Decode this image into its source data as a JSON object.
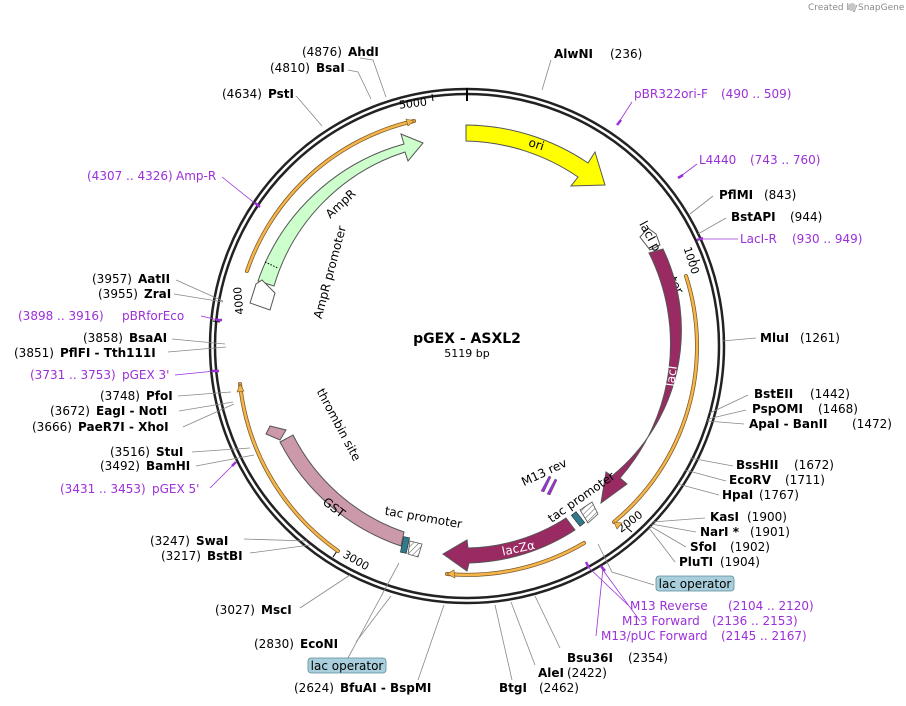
{
  "credit": {
    "created_by": "Created by",
    "brand": "SnapGene"
  },
  "plasmid": {
    "name": "pGEX - ASXL2",
    "length_label": "5119 bp"
  },
  "ticks": [
    "1000",
    "2000",
    "3000",
    "4000",
    "5000"
  ],
  "features": {
    "ori": "ori",
    "lacI": "lacI",
    "lacI_promoter": "lacI promoter",
    "ampR": "AmpR",
    "ampR_promoter": "AmpR promoter",
    "gst": "GST",
    "thrombin_site": "thrombin site",
    "tac_promoter_1": "tac promoter",
    "tac_promoter_2": "tac promoter",
    "lacZa": "lacZα",
    "m13_rev": "M13 rev"
  },
  "colors": {
    "ori": "#ffff00",
    "lacI": "#9a2a62",
    "ampR": "#ccffcc",
    "gst": "#cc99aa",
    "promoter": "#ffffff",
    "operator": "#317a8c",
    "primer": "#9b30d9",
    "orf_orange": "#f5a623"
  },
  "sites": [
    {
      "pos": "(4876)",
      "name": "AhdI"
    },
    {
      "pos": "(4810)",
      "name": "BsaI"
    },
    {
      "pos": "(4634)",
      "name": "PstI"
    },
    {
      "pos": "(236)",
      "name": "AlwNI"
    },
    {
      "pos": "(843)",
      "name": "PflMI"
    },
    {
      "pos": "(944)",
      "name": "BstAPI"
    },
    {
      "pos": "(1261)",
      "name": "MluI"
    },
    {
      "pos": "(1442)",
      "name": "BstEII"
    },
    {
      "pos": "(1468)",
      "name": "PspOMI"
    },
    {
      "pos": "(1472)",
      "name": "ApaI  -  BanII"
    },
    {
      "pos": "(1672)",
      "name": "BssHII"
    },
    {
      "pos": "(1711)",
      "name": "EcoRV"
    },
    {
      "pos": "(1767)",
      "name": "HpaI"
    },
    {
      "pos": "(1900)",
      "name": "KasI"
    },
    {
      "pos": "(1901)",
      "name": "NarI *"
    },
    {
      "pos": "(1902)",
      "name": "SfoI"
    },
    {
      "pos": "(1904)",
      "name": "PluTI"
    },
    {
      "pos": "(2354)",
      "name": "Bsu36I"
    },
    {
      "pos": "(2422)",
      "name": "AleI"
    },
    {
      "pos": "(2462)",
      "name": "BtgI"
    },
    {
      "pos": "(2624)",
      "name": "BfuAI  -  BspMI"
    },
    {
      "pos": "(2830)",
      "name": "EcoNI"
    },
    {
      "pos": "(3027)",
      "name": "MscI"
    },
    {
      "pos": "(3217)",
      "name": "BstBI"
    },
    {
      "pos": "(3247)",
      "name": "SwaI"
    },
    {
      "pos": "(3492)",
      "name": "BamHI"
    },
    {
      "pos": "(3516)",
      "name": "StuI"
    },
    {
      "pos": "(3666)",
      "name": "PaeR7I  -  XhoI"
    },
    {
      "pos": "(3672)",
      "name": "EagI  -  NotI"
    },
    {
      "pos": "(3748)",
      "name": "PfoI"
    },
    {
      "pos": "(3851)",
      "name": "PflFI  -  Tth111I"
    },
    {
      "pos": "(3858)",
      "name": "BsaAI"
    },
    {
      "pos": "(3955)",
      "name": "ZraI"
    },
    {
      "pos": "(3957)",
      "name": "AatII"
    }
  ],
  "primers": [
    {
      "name": "pBR322ori-F",
      "range": "(490 .. 509)"
    },
    {
      "name": "L4440",
      "range": "(743 .. 760)"
    },
    {
      "name": "LacI-R",
      "range": "(930 .. 949)"
    },
    {
      "name": "M13 Reverse",
      "range": "(2104 .. 2120)"
    },
    {
      "name": "M13 Forward",
      "range": "(2136 .. 2153)"
    },
    {
      "name": "M13/pUC Forward",
      "range": "(2145 .. 2167)"
    },
    {
      "name": "pGEX 5'",
      "range": "(3431 .. 3453)"
    },
    {
      "name": "pGEX 3'",
      "range": "(3731 .. 3753)"
    },
    {
      "name": "pBRforEco",
      "range": "(3898 .. 3916)"
    },
    {
      "name": "Amp-R",
      "range": "(4307 .. 4326)"
    }
  ],
  "badges": {
    "lac_operator_1": "lac operator",
    "lac_operator_2": "lac operator"
  }
}
